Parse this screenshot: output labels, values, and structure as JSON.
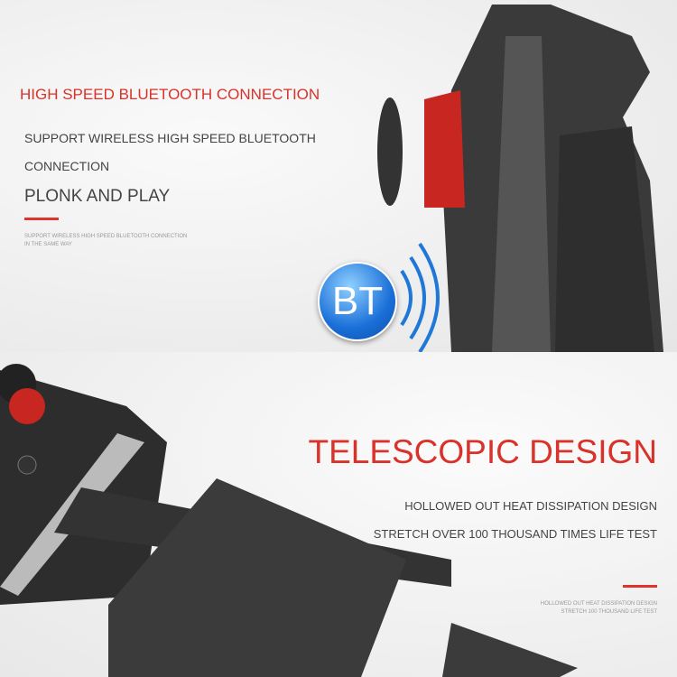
{
  "top": {
    "heading": "HIGH SPEED BLUETOOTH CONNECTION",
    "line1": "SUPPORT WIRELESS HIGH SPEED BLUETOOTH",
    "line2": "CONNECTION",
    "line3": "PLONK AND PLAY",
    "fine1": "SUPPORT WIRELESS HIGH SPEED BLUETOOTH CONNECTION",
    "fine2": "IN THE SAME WAY",
    "badge": "BT",
    "accent": "#d8322a"
  },
  "bottom": {
    "heading": "TELESCOPIC DESIGN",
    "line1": "HOLLOWED OUT HEAT DISSIPATION DESIGN",
    "line2": "STRETCH OVER 100 THOUSAND TIMES LIFE TEST",
    "fine1": "HOLLOWED OUT HEAT DISSIPATION DESIGN",
    "fine2": "STRETCH 100 THOUSAND LIFE TEST"
  }
}
